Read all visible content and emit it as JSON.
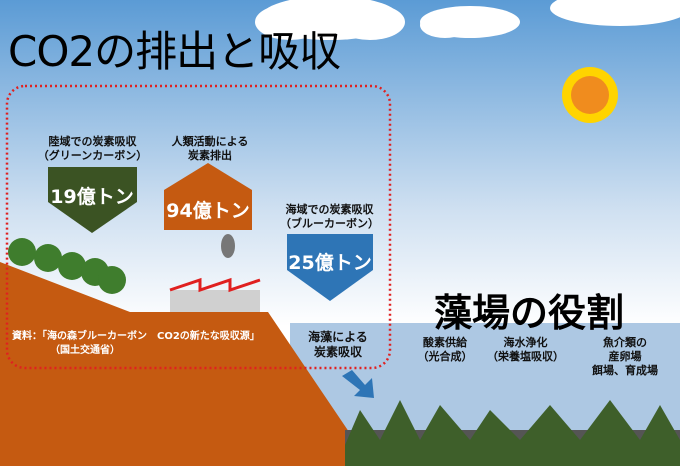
{
  "title": "CO2の排出と吸収",
  "land": {
    "label_line1": "陸域での炭素吸収",
    "label_line2": "（グリーンカーボン）",
    "value": "19億トン",
    "color": "#3b5323"
  },
  "human": {
    "label_line1": "人類活動による",
    "label_line2": "炭素排出",
    "value": "94億トン",
    "color": "#c55a11"
  },
  "ocean": {
    "label_line1": "海域での炭素吸収",
    "label_line2": "（ブルーカーボン）",
    "value": "25億トン",
    "color": "#2e75b6"
  },
  "seaweed": {
    "label_line1": "海藻による",
    "label_line2": "炭素吸収"
  },
  "source": {
    "line1": "資料：「海の森ブルーカーボン　CO2の新たな吸収源」",
    "line2": "（国土交通省）"
  },
  "roles": {
    "title": "藻場の役割",
    "items": [
      {
        "line1": "酸素供給",
        "line2": "（光合成）"
      },
      {
        "line1": "海水浄化",
        "line2": "（栄養塩吸収）"
      },
      {
        "line1": "魚介類の",
        "line2": "産卵場",
        "line3": "餌場、育成場"
      }
    ]
  }
}
